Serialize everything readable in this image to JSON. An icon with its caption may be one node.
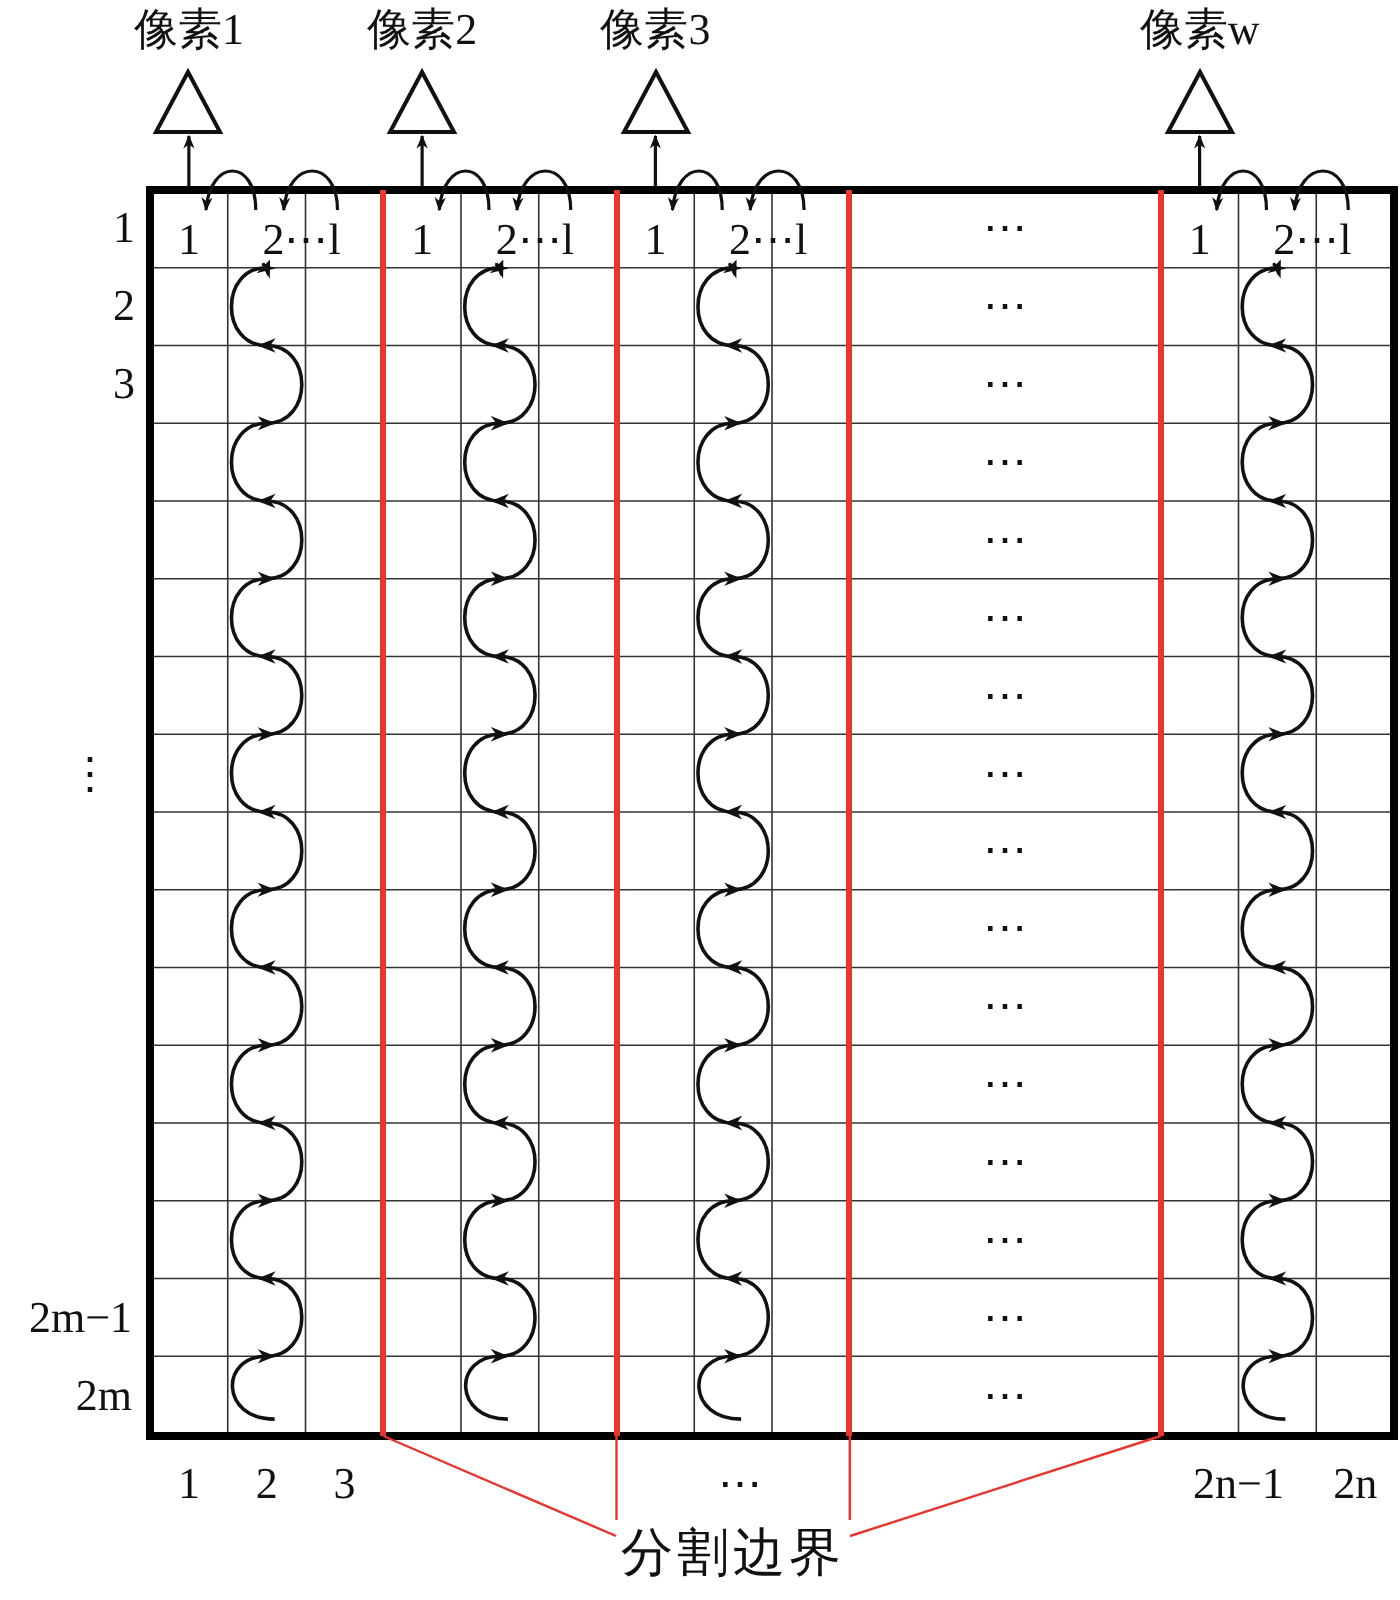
{
  "diagram": {
    "nodes": [
      {
        "text": [
          "像素1"
        ]
      },
      {
        "text": [
          "像素2"
        ]
      },
      {
        "text": [
          "像素3"
        ]
      },
      {
        "text": [
          "像素w"
        ]
      },
      {
        "text": [],
        "shape": "line"
      },
      {
        "text": [],
        "shape": "line"
      },
      {
        "text": [],
        "shape": "line"
      },
      {
        "text": [],
        "shape": "line"
      },
      {
        "text": [
          "分割边界"
        ]
      }
    ],
    "edges": [
      {
        "from": null,
        "to": 0,
        "arrow": "to"
      },
      {
        "from": null,
        "to": 1,
        "arrow": "to"
      },
      {
        "from": null,
        "to": 2,
        "arrow": "to"
      },
      {
        "from": null,
        "to": 3,
        "arrow": "to"
      },
      {
        "from": 8,
        "to": 4,
        "arrow": "none",
        "color": "#e8362e"
      },
      {
        "from": 8,
        "to": 5,
        "arrow": "none",
        "color": "#e8362e"
      },
      {
        "from": 8,
        "to": 6,
        "arrow": "none",
        "color": "#e8362e"
      },
      {
        "from": 8,
        "to": 7,
        "arrow": "none",
        "color": "#e8362e"
      }
    ],
    "labels": [
      "1",
      "1",
      "2⋯l",
      "1",
      "2⋯l",
      "1",
      "2⋯l",
      "⋯",
      "1",
      "2⋯l",
      "2",
      "⋯",
      "3",
      "⋯",
      "⋯",
      "⋯",
      "⋯",
      "⋯",
      "⋮",
      "⋯",
      "⋯",
      "⋯",
      "⋯",
      "⋯",
      "⋯",
      "⋯",
      "2m−1",
      "⋯",
      "2m",
      "⋯",
      "1",
      "2",
      "3",
      "⋯",
      "2n−1",
      "2n"
    ]
  }
}
